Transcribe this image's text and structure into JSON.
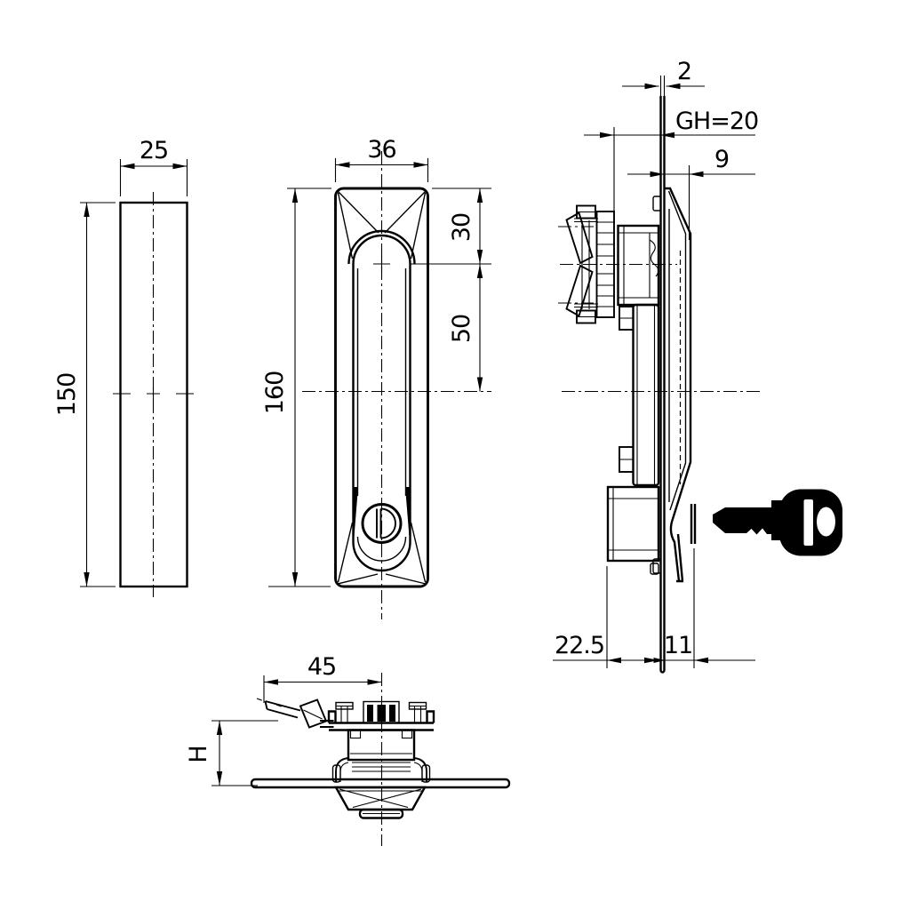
{
  "colors": {
    "line": "#000000",
    "background": "#ffffff"
  },
  "dims": {
    "side_width": "25",
    "side_height": "150",
    "front_width": "36",
    "front_height": "160",
    "front_top_to_axis": "30",
    "front_axis_to_mid": "50",
    "panel_thickness": "2",
    "grip_height": "GH=20",
    "front_offset": "9",
    "rear_depth": "22.5",
    "front_depth": "11",
    "cam_reach": "45",
    "cam_height": "H"
  },
  "icons": {
    "key": "key-icon"
  }
}
